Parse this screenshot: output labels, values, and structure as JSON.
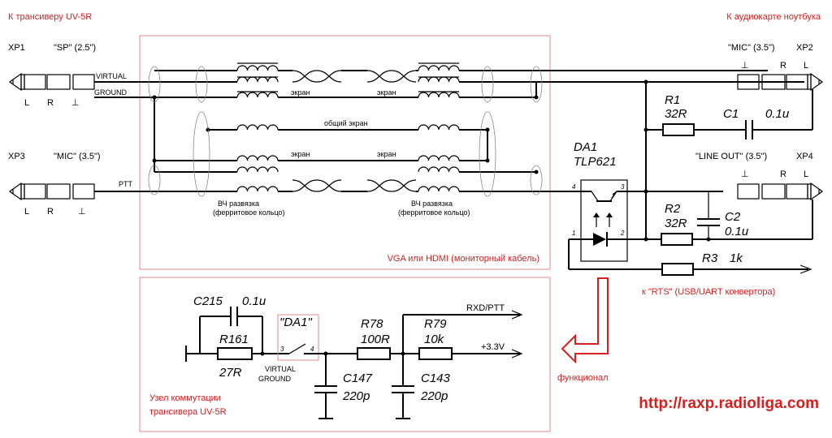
{
  "titles": {
    "left": "К трансиверу UV-5R",
    "right": "К аудиокарте ноутбука"
  },
  "connectors": {
    "xp1": {
      "ref": "XP1",
      "type": "\"SP\" (2.5\")",
      "pins": [
        "L",
        "R",
        "⊥"
      ]
    },
    "xp2": {
      "ref": "XP2",
      "type": "\"MIC\" (3.5\")",
      "pins": [
        "⊥",
        "R",
        "L"
      ]
    },
    "xp3": {
      "ref": "XP3",
      "type": "\"MIC\" (3.5\")",
      "pins": [
        "L",
        "R",
        "⊥"
      ]
    },
    "xp4": {
      "ref": "XP4",
      "type": "\"LINE OUT\" (3.5\")",
      "pins": [
        "⊥",
        "R",
        "L"
      ]
    }
  },
  "wires": {
    "virtual": "VIRTUAL",
    "ground": "GROUND",
    "ptt": "PTT",
    "shield": "экран",
    "common_shield": "общий экран",
    "rf_iso_1": "ВЧ развязка",
    "rf_iso_2": "(ферритовое кольцо)"
  },
  "cable_label": "VGA или HDMI (мониторный кабель)",
  "parts": {
    "r1": {
      "ref": "R1",
      "val": "32R"
    },
    "c1": {
      "ref": "C1",
      "val": "0.1u"
    },
    "da1": {
      "ref": "DA1",
      "val": "TLP621"
    },
    "r2": {
      "ref": "R2",
      "val": "32R"
    },
    "c2": {
      "ref": "C2",
      "val": "0.1u"
    },
    "r3": {
      "ref": "R3",
      "val": "1k"
    },
    "pins": [
      "4",
      "3",
      "1",
      "2"
    ]
  },
  "rts_label": "к \"RTS\" (USB/UART конвертора)",
  "func_label": "функционал",
  "inner": {
    "c215": {
      "ref": "C215",
      "val": "0.1u"
    },
    "r161": {
      "ref": "R161",
      "val": "27R"
    },
    "da1": "\"DA1\"",
    "sw_pins": [
      "3",
      "4"
    ],
    "vg1": "VIRTUAL",
    "vg2": "GROUND",
    "r78": {
      "ref": "R78",
      "val": "100R"
    },
    "r79": {
      "ref": "R79",
      "val": "10k"
    },
    "c147": {
      "ref": "C147",
      "val": "220p"
    },
    "c143": {
      "ref": "C143",
      "val": "220p"
    },
    "rxd": "RXD/PTT",
    "vcc": "+3.3V",
    "node_1": "Узел коммутации",
    "node_2": "трансивера UV-5R"
  },
  "url": "http://raxp.radioliga.com",
  "colors": {
    "accent": "#d81e1e",
    "frame": "#e88a8a"
  }
}
